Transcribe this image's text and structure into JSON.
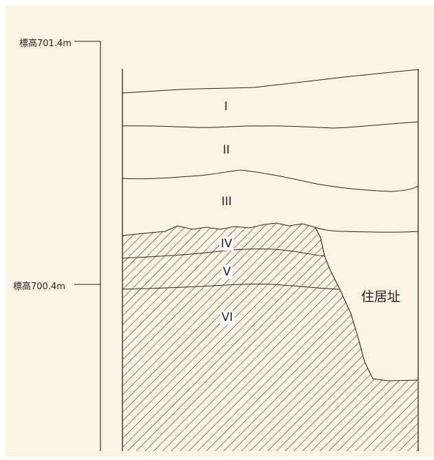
{
  "colors": {
    "background": "#FBF4E4",
    "line": "#222222",
    "label_box": "#ffffff"
  },
  "elevation_markers": [
    {
      "label": "標高701.4m"
    },
    {
      "label": "標高700.4m"
    }
  ],
  "layers": [
    "I",
    "II",
    "III",
    "IV",
    "V",
    "VI"
  ],
  "feature_label": "住居址"
}
